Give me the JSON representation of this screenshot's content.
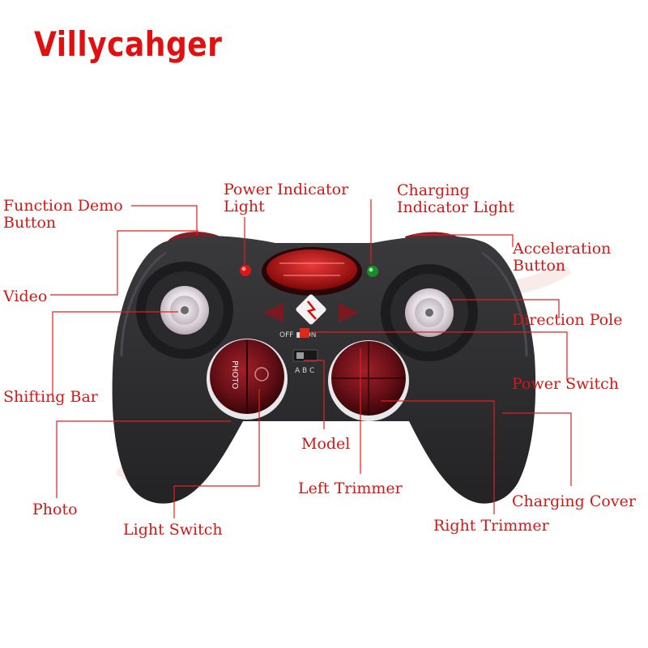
{
  "brand": "Villycahger",
  "device_text": {
    "off_on": "OFF ■ ON",
    "photo": "PHOTO",
    "mode_marks": "A  B  C"
  },
  "callouts": {
    "function_demo_button": [
      "Function Demo",
      "Button"
    ],
    "power_indicator_light": [
      "Power Indicator",
      "Light"
    ],
    "charging_indicator_light": [
      "Charging",
      "Indicator Light"
    ],
    "acceleration_button": [
      "Acceleration",
      "Button"
    ],
    "video": [
      "Video"
    ],
    "direction_pole": [
      "Direction Pole"
    ],
    "power_switch": [
      "Power Switch"
    ],
    "shifting_bar": [
      "Shifting Bar"
    ],
    "model": [
      "Model"
    ],
    "left_trimmer": [
      "Left Trimmer"
    ],
    "charging_cover": [
      "Charging Cover"
    ],
    "photo": [
      "Photo"
    ],
    "light_switch": [
      "Light Switch"
    ],
    "right_trimmer": [
      "Right Trimmer"
    ]
  }
}
